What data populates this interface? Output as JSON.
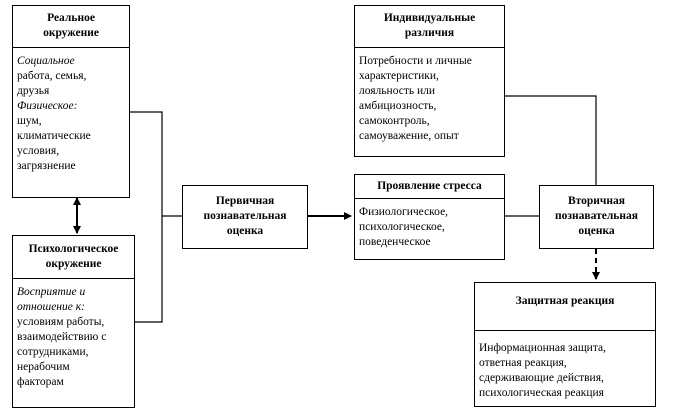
{
  "real_env": {
    "title": [
      "Реальное",
      "окружение"
    ],
    "social_label": "Социальное",
    "social_items": [
      "работа, семья,",
      "друзья"
    ],
    "physical_label": "Физическое:",
    "physical_items": [
      "шум,",
      "климатические",
      "условия,",
      "загрязнение"
    ]
  },
  "psych_env": {
    "title": [
      "Психологическое",
      "окружение"
    ],
    "perception_label": [
      "Восприятие и",
      "отношение к:"
    ],
    "items": [
      "условиям работы,",
      "взаимодействию с",
      "сотрудниками,",
      "нерабочим",
      "факторам"
    ]
  },
  "primary": {
    "title": [
      "Первичная",
      "познавательная",
      "оценка"
    ]
  },
  "individual": {
    "title": [
      "Индивидуальные",
      "различия"
    ],
    "items": [
      "Потребности и личные",
      "характеристики,",
      "лояльность или",
      "амбициозность,",
      "самоконтроль,",
      "самоуважение, опыт"
    ]
  },
  "stress": {
    "title": "Проявление стресса",
    "items": [
      "Физиологическое,",
      "психологическое,",
      "поведенческое"
    ]
  },
  "secondary": {
    "title": [
      "Вторичная",
      "познавательная",
      "оценка"
    ]
  },
  "defense": {
    "title": "Защитная реакция",
    "items": [
      "Информационная защита,",
      "ответная реакция,",
      "сдерживающие действия,",
      "психологическая реакция"
    ]
  }
}
